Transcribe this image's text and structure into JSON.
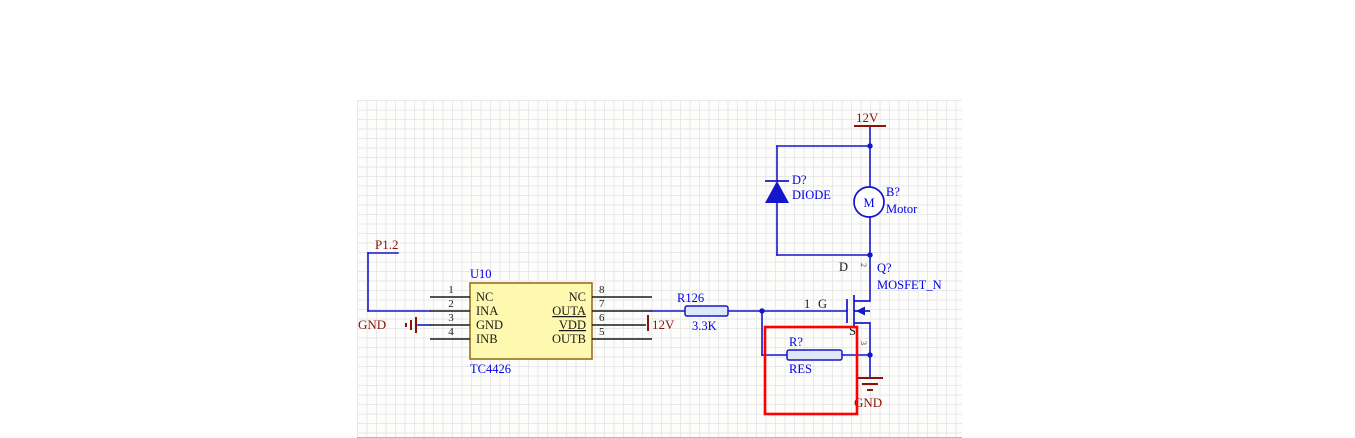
{
  "schematic": {
    "net_labels": {
      "p1_2": "P1.2"
    },
    "power_ports": {
      "top_12v": "12V",
      "vdd_12v": "12V",
      "left_gnd": "GND",
      "bottom_gnd": "GND"
    },
    "ic_u10": {
      "designator": "U10",
      "part_number": "TC4426",
      "left_pins": [
        {
          "number": "1",
          "name": "NC"
        },
        {
          "number": "2",
          "name": "INA"
        },
        {
          "number": "3",
          "name": "GND"
        },
        {
          "number": "4",
          "name": "INB"
        }
      ],
      "right_pins": [
        {
          "number": "8",
          "name": "NC"
        },
        {
          "number": "7",
          "name": "OUTA"
        },
        {
          "number": "6",
          "name": "VDD"
        },
        {
          "number": "5",
          "name": "OUTB"
        }
      ]
    },
    "resistor_r126": {
      "designator": "R126",
      "value": "3.3K"
    },
    "resistor_pulldown": {
      "designator": "R?",
      "value": "RES"
    },
    "diode_d": {
      "designator": "D?",
      "value": "DIODE"
    },
    "motor_b": {
      "designator": "B?",
      "value": "Motor",
      "symbol_letter": "M"
    },
    "mosfet_q": {
      "designator": "Q?",
      "part": "MOSFET_N",
      "gate_pin_number": "1",
      "gate_name": "G",
      "drain_name": "D",
      "source_name": "S",
      "drain_pin_number": "2",
      "source_pin_number": "3"
    }
  },
  "colors": {
    "wire": "#1515cc",
    "symbol": "#1515cc",
    "designator_text": "#0000e6",
    "power_text": "#8b1208",
    "pin": "#1a1a1a",
    "ic_fill": "#fff9b0",
    "ic_border": "#93731f",
    "highlight": "#ff0000",
    "grid_line": "#e8e8e8",
    "canvas": "#fdfdfb"
  }
}
